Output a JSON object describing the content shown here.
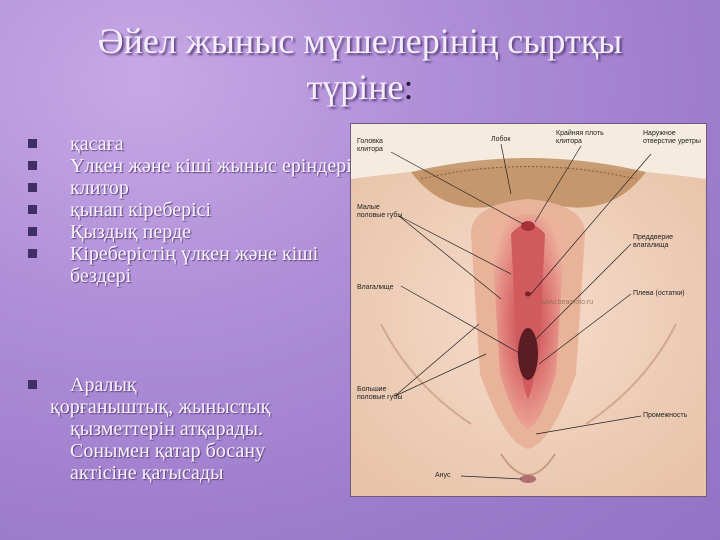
{
  "title": {
    "line1": "Әйел жыныс мүшелерінің сыртқы",
    "line2": "түріне",
    "colon": ":"
  },
  "bullets": [
    {
      "text": "қасаға"
    },
    {
      "text": "Үлкен және кіші жыныс еріндері"
    },
    {
      "text": " клитор"
    },
    {
      "text": " қынап кіреберісі"
    },
    {
      "text": "Қыздық перде"
    },
    {
      "text": "Кіреберістің үлкен және кіші бездері"
    }
  ],
  "paragraph": {
    "head": "Аралық",
    "line2": "қорғаныштық, жыныстық",
    "line3": "қызметтерін атқарады.",
    "line4": "Сонымен қатар босану",
    "line5": "актісіне қатысады"
  },
  "figure": {
    "labels": {
      "l1": "Головка клитора",
      "l2": "Лобок",
      "l3": "Крайняя плоть клитора",
      "l4": "Наружное отверстие уретры",
      "l5": "Малые половые губы",
      "l6": "Преддверие влагалища",
      "l7": "Влагалище",
      "l8": "Плева (остатки)",
      "l9": "Большие половые губы",
      "l10": "Промежность",
      "l11": "Анус"
    },
    "watermark": "www.beamoto.ru"
  },
  "colors": {
    "background": "#b08fd8",
    "bullet": "#3f2f66",
    "text": "#f8f4fc"
  }
}
